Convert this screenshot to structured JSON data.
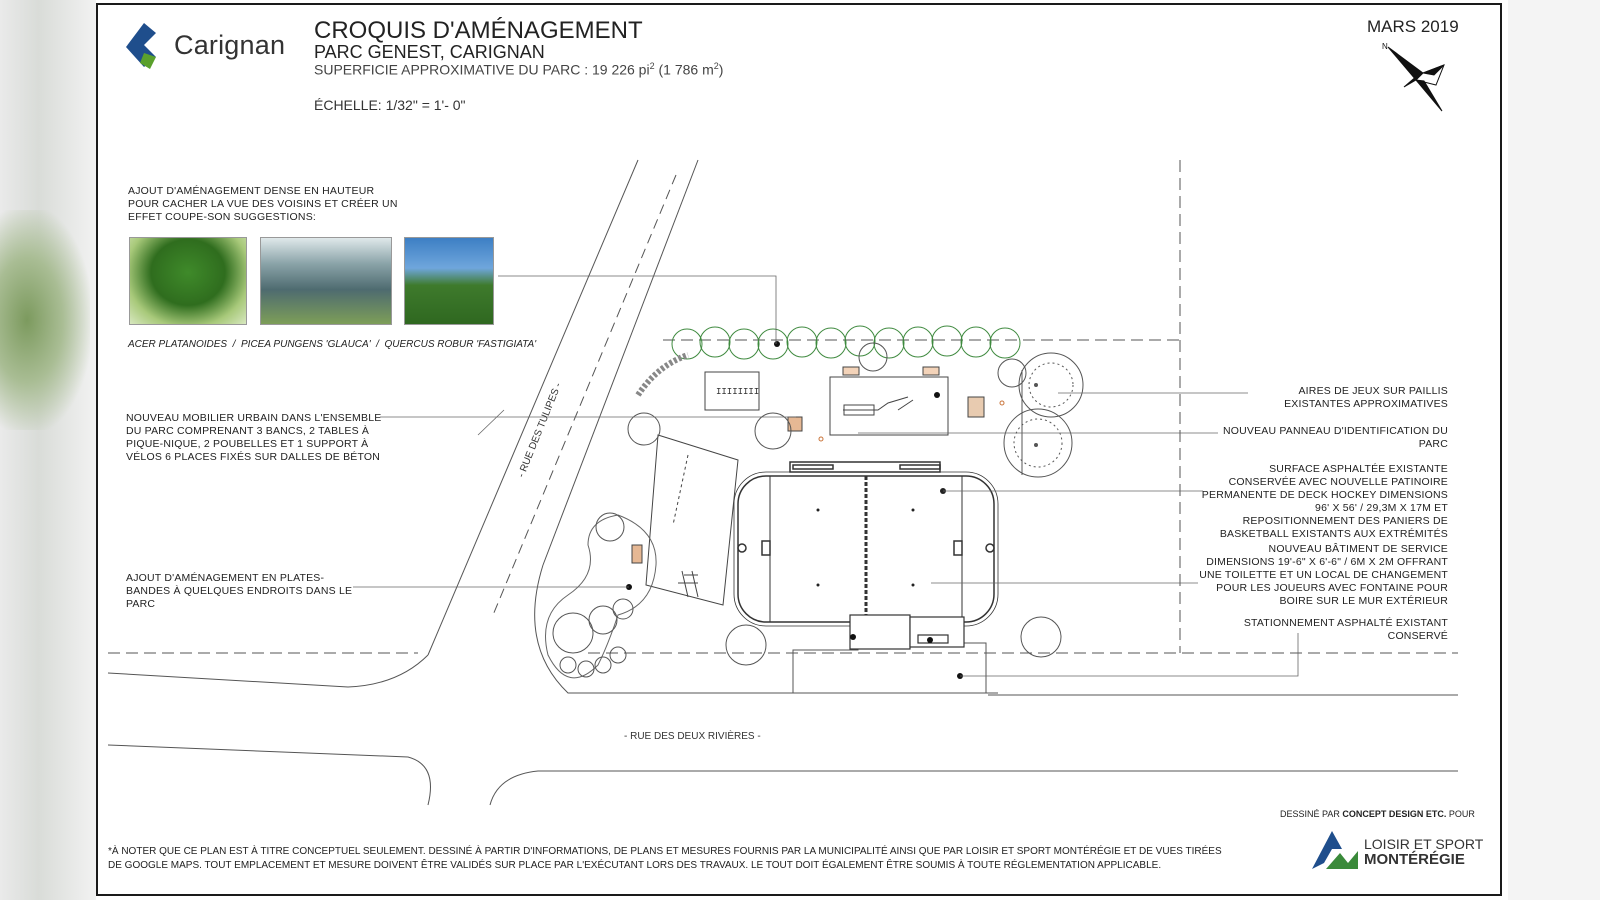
{
  "header": {
    "brand": "Carignan",
    "title": "CROQUIS D'AMÉNAGEMENT",
    "subtitle": "PARC GENEST, CARIGNAN",
    "area_prefix": "SUPERFICIE APPROXIMATIVE DU PARC : 19 226 pi",
    "area_sup1": "2",
    "area_mid": " (1 786 m",
    "area_sup2": "2",
    "area_suffix": ")",
    "scale": "ÉCHELLE: 1/32\" = 1'- 0\"",
    "date": "MARS 2019"
  },
  "notes": {
    "trees_note": "AJOUT D'AMÉNAGEMENT DENSE EN HAUTEUR POUR CACHER LA VUE DES VOISINS ET CRÉER UN EFFET COUPE-SON SUGGESTIONS:",
    "furniture_note": "NOUVEAU MOBILIER URBAIN DANS L'ENSEMBLE DU PARC COMPRENANT 3 BANCS, 2 TABLES À PIQUE-NIQUE, 2 POUBELLES ET 1 SUPPORT À VÉLOS 6 PLACES FIXÉS SUR DALLES DE BÉTON",
    "flowerbed_note": "AJOUT D'AMÉNAGEMENT EN PLATES-BANDES À QUELQUES ENDROITS DANS LE PARC",
    "playground_note": "AIRES DE JEUX SUR PAILLIS EXISTANTES APPROXIMATIVES",
    "sign_note": "NOUVEAU PANNEAU D'IDENTIFICATION DU PARC",
    "rink_note": "SURFACE ASPHALTÉE EXISTANTE CONSERVÉE AVEC NOUVELLE PATINOIRE PERMANENTE DE DECK HOCKEY DIMENSIONS 96' x 56' / 29,3m x 17m ET REPOSITIONNEMENT DES PANIERS DE BASKETBALL EXISTANTS AUX EXTRÉMITÉS",
    "building_note": "NOUVEAU BÂTIMENT DE SERVICE DIMENSIONS 19'-6\" x 6'-6\" / 6m x 2m OFFRANT UNE TOILETTE ET UN LOCAL DE CHANGEMENT POUR LES JOUEURS AVEC FONTAINE POUR BOIRE SUR LE MUR EXTÉRIEUR",
    "parking_note": "STATIONNEMENT ASPHALTÉ EXISTANT CONSERVÉ"
  },
  "species": {
    "s1": "ACER PLATANOIDES",
    "sep": "/",
    "s2": "PICEA PUNGENS 'GLAUCA'",
    "s3": "QUERCUS ROBUR 'FASTIGIATA'"
  },
  "streets": {
    "tulipes": "- RUE DES TULIPES -",
    "rivieres": "- RUE DES DEUX RIVIÈRES -"
  },
  "footer": {
    "disclaimer": "*À NOTER QUE CE PLAN EST À TITRE CONCEPTUEL SEULEMENT. DESSINÉ À PARTIR D'INFORMATIONS, DE PLANS ET MESURES FOURNIS PAR LA MUNICIPALITÉ AINSI QUE PAR LOISIR ET SPORT MONTÉRÉGIE ET DE VUES TIRÉES DE GOOGLE MAPS. TOUT EMPLACEMENT ET MESURE DOIVENT ÊTRE VALIDÉS SUR PLACE PAR L'EXÉCUTANT LORS DES TRAVAUX. LE TOUT DOIT ÉGALEMENT ÊTRE SOUMIS À TOUTE RÉGLEMENTATION APPLICABLE.",
    "credit_prefix": "DESSINÉ PAR ",
    "credit_firm": "CONCEPT DESIGN ETC.",
    "credit_suffix": " POUR",
    "lsm_line1": "LOISIR ET SPORT",
    "lsm_line2": "MONTÉRÉGIE"
  },
  "icons": {
    "brand_logo": "carignan-logo-icon",
    "north_arrow": "north-arrow-icon",
    "lsm_logo": "loisir-sport-monteregie-logo-icon"
  },
  "colors": {
    "brand_blue": "#1f4e8c",
    "brand_green": "#5aa02c",
    "hedge_green": "#3f8a3f",
    "furniture_orange": "#c9743a"
  }
}
